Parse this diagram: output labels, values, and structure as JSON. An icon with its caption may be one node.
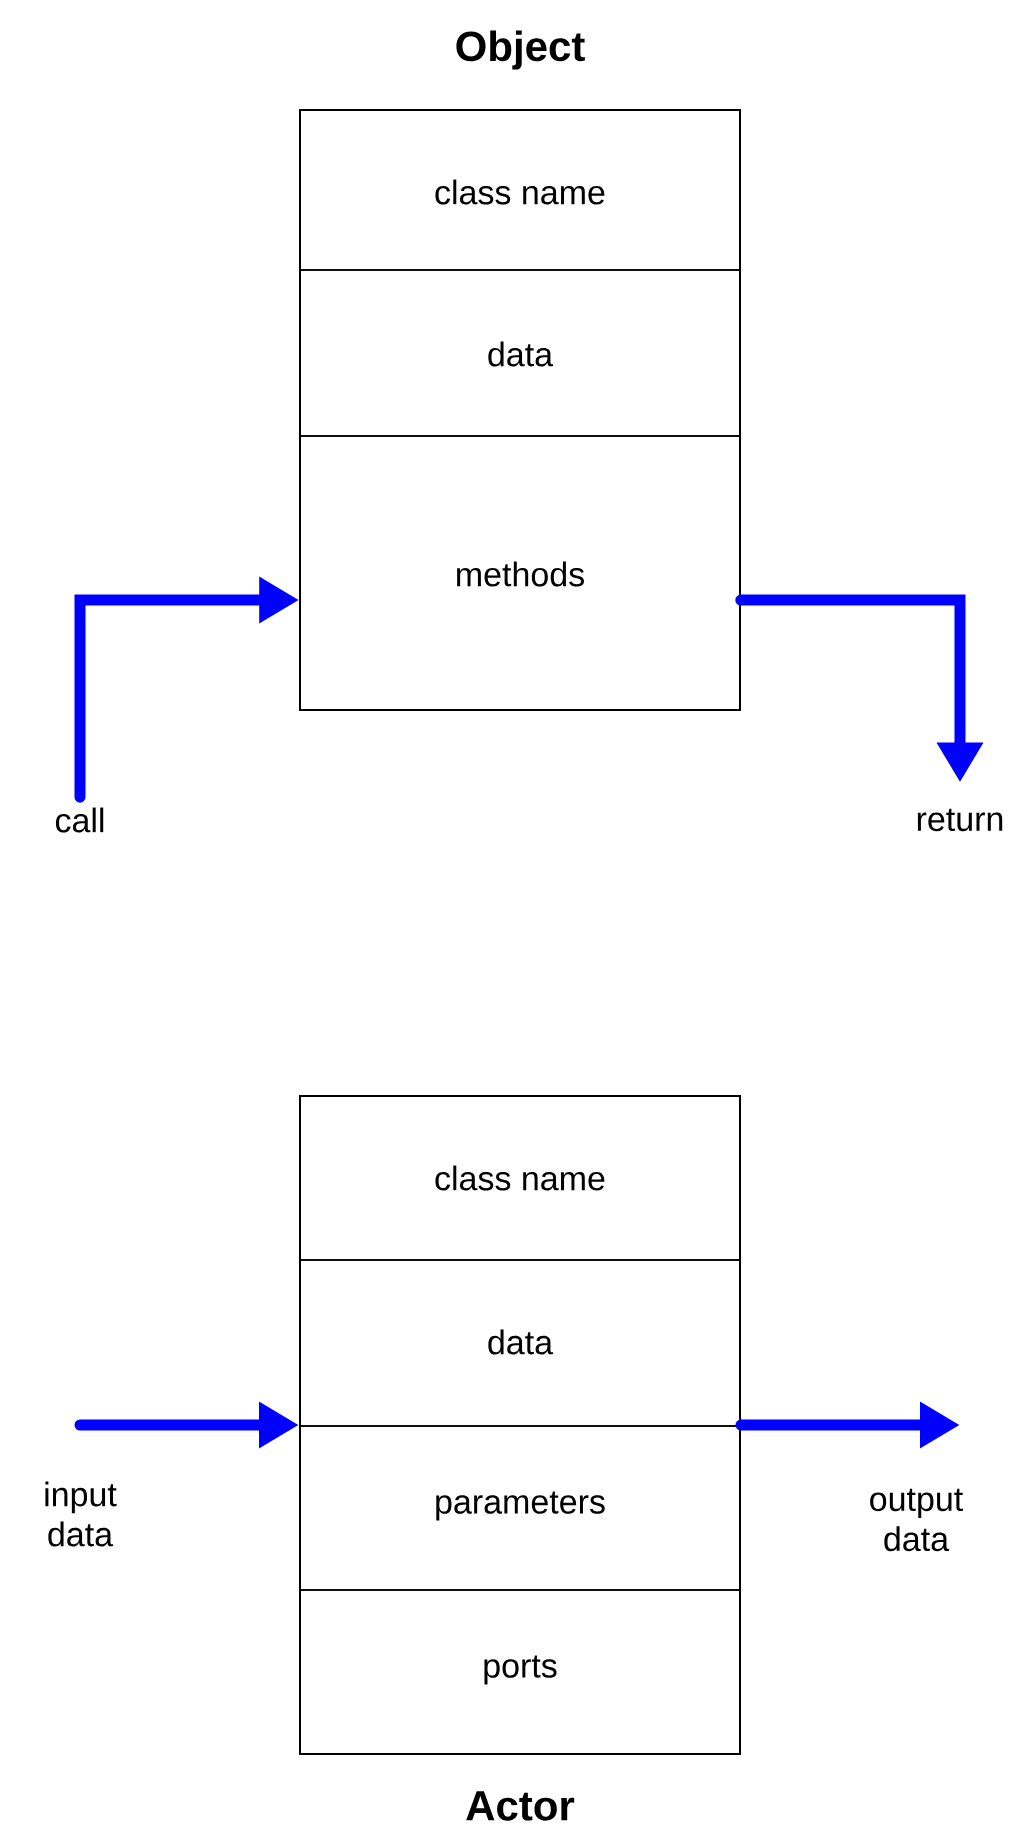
{
  "diagram": {
    "nodes": [
      {
        "text": [
          "Object"
        ]
      },
      {
        "text": [
          "class name"
        ],
        "in": 0
      },
      {
        "text": [
          "data"
        ],
        "in": 0
      },
      {
        "text": [
          "methods"
        ],
        "in": 0
      },
      {
        "text": [
          "call"
        ]
      },
      {
        "text": [
          "return"
        ]
      },
      {
        "text": [
          "Actor"
        ]
      },
      {
        "text": [
          "class name"
        ],
        "in": 6
      },
      {
        "text": [
          "data"
        ],
        "in": 6
      },
      {
        "text": [
          "parameters"
        ],
        "in": 6
      },
      {
        "text": [
          "ports"
        ],
        "in": 6
      },
      {
        "text": [
          "input data"
        ]
      },
      {
        "text": [
          "output data"
        ]
      }
    ],
    "edges": [
      {
        "from": 4,
        "to": 3,
        "arrow": "to"
      },
      {
        "from": 3,
        "to": 5,
        "arrow": "to"
      },
      {
        "from": 11,
        "to": 6,
        "arrow": "to"
      },
      {
        "from": 6,
        "to": 12,
        "arrow": "to"
      }
    ]
  }
}
